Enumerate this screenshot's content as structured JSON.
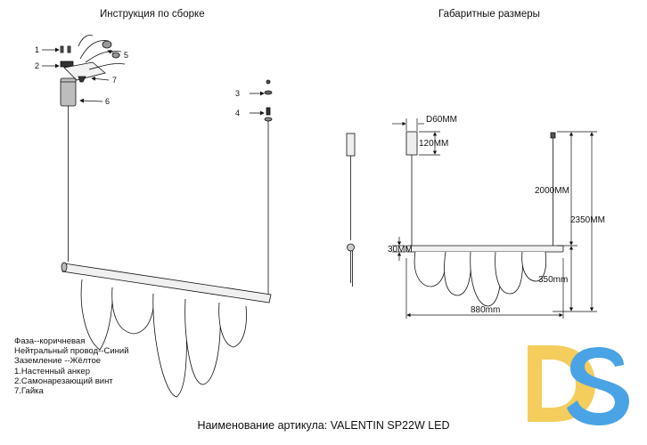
{
  "headings": {
    "assembly": "Инструкция по сборке",
    "dimensions": "Габаритные размеры"
  },
  "callouts": [
    "1",
    "2",
    "3",
    "4",
    "5",
    "6",
    "7"
  ],
  "dimension_labels": {
    "d60": "D60MM",
    "h120": "120MM",
    "h2000": "2000MM",
    "h2350": "2350MM",
    "h350": "350mm",
    "w880": "880mm",
    "bar": "30MM"
  },
  "legend": [
    "Фаза--коричневая",
    "Нейтральный провод--Синий",
    "Заземление --Жёлтое",
    "1.Настенный анкер",
    "2.Самонарезающий винт",
    "7.Гайка"
  ],
  "footer": "Наименование артикула: VALENTIN SP22W LED",
  "logo": {
    "text": "DS",
    "color_d": "#f4cd5c",
    "color_s": "#4aa3e4"
  }
}
